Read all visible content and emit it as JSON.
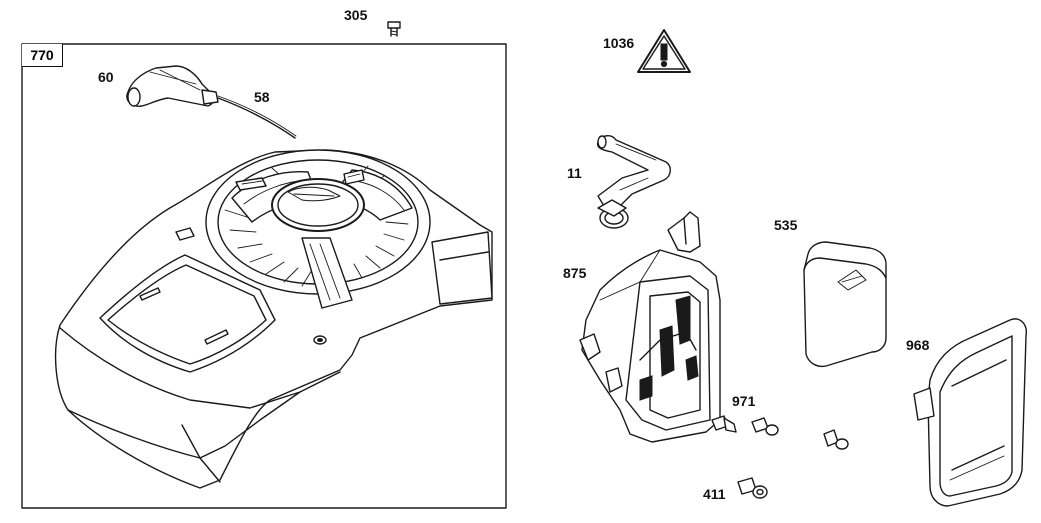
{
  "diagram": {
    "group_box_label": "770",
    "parts": [
      {
        "id": "p305",
        "number": "305"
      },
      {
        "id": "p1036",
        "number": "1036"
      },
      {
        "id": "p60",
        "number": "60"
      },
      {
        "id": "p58",
        "number": "58"
      },
      {
        "id": "p11",
        "number": "11"
      },
      {
        "id": "p535",
        "number": "535"
      },
      {
        "id": "p875",
        "number": "875"
      },
      {
        "id": "p968",
        "number": "968"
      },
      {
        "id": "p971",
        "number": "971"
      },
      {
        "id": "p411",
        "number": "411"
      }
    ],
    "warning_symbol": "!",
    "icons": {
      "warning": "warning-triangle-icon",
      "brand_logo": "brand-logo-icon"
    }
  }
}
